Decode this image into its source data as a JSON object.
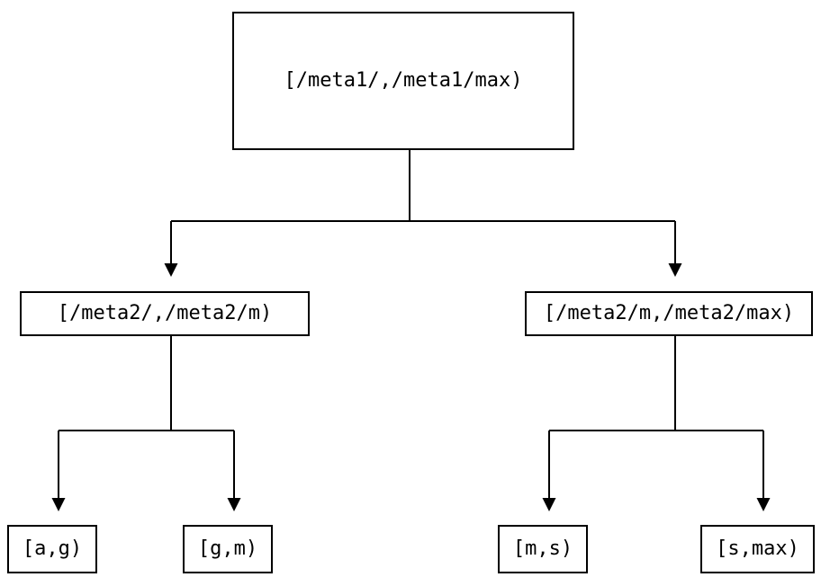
{
  "diagram": {
    "type": "tree",
    "background": "#ffffff",
    "line_color": "#000000",
    "box_border_color": "#000000",
    "box_fill_color": "#ffffff",
    "text_color": "#000000",
    "nodes": {
      "root": {
        "label": "[/meta1/,/meta1/max)"
      },
      "left": {
        "label": "[/meta2/,/meta2/m)"
      },
      "right": {
        "label": "[/meta2/m,/meta2/max)"
      },
      "leaf_ag": {
        "label": "[a,g)"
      },
      "leaf_gm": {
        "label": "[g,m)"
      },
      "leaf_ms": {
        "label": "[m,s)"
      },
      "leaf_smax": {
        "label": "[s,max)"
      }
    },
    "edges": [
      {
        "from": "root",
        "to": "left",
        "arrow": "down"
      },
      {
        "from": "root",
        "to": "right",
        "arrow": "down"
      },
      {
        "from": "left",
        "to": "leaf_ag",
        "arrow": "down"
      },
      {
        "from": "left",
        "to": "leaf_gm",
        "arrow": "down"
      },
      {
        "from": "right",
        "to": "leaf_ms",
        "arrow": "down"
      },
      {
        "from": "right",
        "to": "leaf_smax",
        "arrow": "down"
      }
    ]
  }
}
